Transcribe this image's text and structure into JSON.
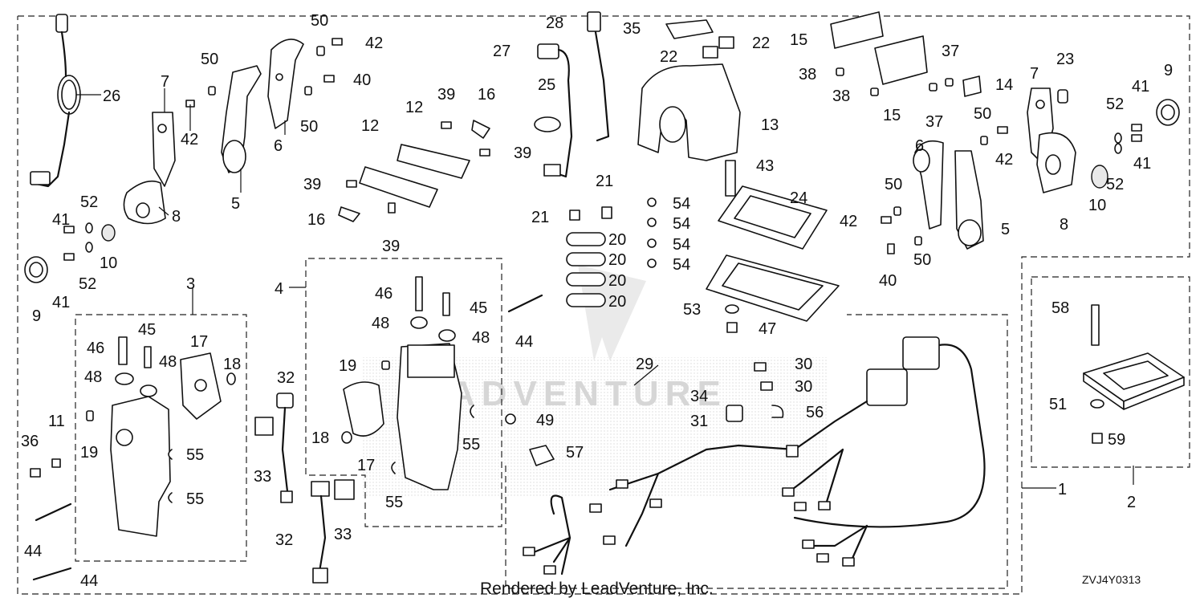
{
  "footer": {
    "credit": "Rendered by LeadVenture, Inc.",
    "code": "ZVJ4Y0313"
  },
  "watermark_text": "ADVENTURE",
  "callouts": [
    {
      "id": "c26",
      "label": "26"
    },
    {
      "id": "c7a",
      "label": "7"
    },
    {
      "id": "c50a",
      "label": "50"
    },
    {
      "id": "c42a",
      "label": "42"
    },
    {
      "id": "c50b",
      "label": "50"
    },
    {
      "id": "c42b",
      "label": "42"
    },
    {
      "id": "c40a",
      "label": "40"
    },
    {
      "id": "c50c",
      "label": "50"
    },
    {
      "id": "c6a",
      "label": "6"
    },
    {
      "id": "c5a",
      "label": "5"
    },
    {
      "id": "c8a",
      "label": "8"
    },
    {
      "id": "c41a",
      "label": "41"
    },
    {
      "id": "c52a",
      "label": "52"
    },
    {
      "id": "c10a",
      "label": "10"
    },
    {
      "id": "c52b",
      "label": "52"
    },
    {
      "id": "c9a",
      "label": "9"
    },
    {
      "id": "c41b",
      "label": "41"
    },
    {
      "id": "c3",
      "label": "3"
    },
    {
      "id": "c46a",
      "label": "46"
    },
    {
      "id": "c45a",
      "label": "45"
    },
    {
      "id": "c48a",
      "label": "48"
    },
    {
      "id": "c48b",
      "label": "48"
    },
    {
      "id": "c17a",
      "label": "17"
    },
    {
      "id": "c18a",
      "label": "18"
    },
    {
      "id": "c19a",
      "label": "19"
    },
    {
      "id": "c11",
      "label": "11"
    },
    {
      "id": "c36",
      "label": "36"
    },
    {
      "id": "c55a",
      "label": "55"
    },
    {
      "id": "c55b",
      "label": "55"
    },
    {
      "id": "c44a",
      "label": "44"
    },
    {
      "id": "c44b",
      "label": "44"
    },
    {
      "id": "c12a",
      "label": "12"
    },
    {
      "id": "c39a",
      "label": "39"
    },
    {
      "id": "c16a",
      "label": "16"
    },
    {
      "id": "c12b",
      "label": "12"
    },
    {
      "id": "c39b",
      "label": "39"
    },
    {
      "id": "c39c",
      "label": "39"
    },
    {
      "id": "c16b",
      "label": "16"
    },
    {
      "id": "c39d",
      "label": "39"
    },
    {
      "id": "c4",
      "label": "4"
    },
    {
      "id": "c46b",
      "label": "46"
    },
    {
      "id": "c45b",
      "label": "45"
    },
    {
      "id": "c48c",
      "label": "48"
    },
    {
      "id": "c48d",
      "label": "48"
    },
    {
      "id": "c19b",
      "label": "19"
    },
    {
      "id": "c18b",
      "label": "18"
    },
    {
      "id": "c17b",
      "label": "17"
    },
    {
      "id": "c55c",
      "label": "55"
    },
    {
      "id": "c55d",
      "label": "55"
    },
    {
      "id": "c32a",
      "label": "32"
    },
    {
      "id": "c33a",
      "label": "33"
    },
    {
      "id": "c32b",
      "label": "32"
    },
    {
      "id": "c33b",
      "label": "33"
    },
    {
      "id": "c28",
      "label": "28"
    },
    {
      "id": "c27",
      "label": "27"
    },
    {
      "id": "c25",
      "label": "25"
    },
    {
      "id": "c21a",
      "label": "21"
    },
    {
      "id": "c21b",
      "label": "21"
    },
    {
      "id": "c20a",
      "label": "20"
    },
    {
      "id": "c20b",
      "label": "20"
    },
    {
      "id": "c20c",
      "label": "20"
    },
    {
      "id": "c20d",
      "label": "20"
    },
    {
      "id": "c44c",
      "label": "44"
    },
    {
      "id": "c49",
      "label": "49"
    },
    {
      "id": "c57",
      "label": "57"
    },
    {
      "id": "c29",
      "label": "29"
    },
    {
      "id": "c35",
      "label": "35"
    },
    {
      "id": "c22a",
      "label": "22"
    },
    {
      "id": "c22b",
      "label": "22"
    },
    {
      "id": "c13",
      "label": "13"
    },
    {
      "id": "c43",
      "label": "43"
    },
    {
      "id": "c24",
      "label": "24"
    },
    {
      "id": "c54a",
      "label": "54"
    },
    {
      "id": "c54b",
      "label": "54"
    },
    {
      "id": "c54c",
      "label": "54"
    },
    {
      "id": "c54d",
      "label": "54"
    },
    {
      "id": "c53",
      "label": "53"
    },
    {
      "id": "c47",
      "label": "47"
    },
    {
      "id": "c30a",
      "label": "30"
    },
    {
      "id": "c30b",
      "label": "30"
    },
    {
      "id": "c34",
      "label": "34"
    },
    {
      "id": "c31",
      "label": "31"
    },
    {
      "id": "c56",
      "label": "56"
    },
    {
      "id": "c15a",
      "label": "15"
    },
    {
      "id": "c38a",
      "label": "38"
    },
    {
      "id": "c38b",
      "label": "38"
    },
    {
      "id": "c15b",
      "label": "15"
    },
    {
      "id": "c37a",
      "label": "37"
    },
    {
      "id": "c37b",
      "label": "37"
    },
    {
      "id": "c14",
      "label": "14"
    },
    {
      "id": "c7b",
      "label": "7"
    },
    {
      "id": "c23",
      "label": "23"
    },
    {
      "id": "c9b",
      "label": "9"
    },
    {
      "id": "c41c",
      "label": "41"
    },
    {
      "id": "c52c",
      "label": "52"
    },
    {
      "id": "c41d",
      "label": "41"
    },
    {
      "id": "c52d",
      "label": "52"
    },
    {
      "id": "c50d",
      "label": "50"
    },
    {
      "id": "c42c",
      "label": "42"
    },
    {
      "id": "c6b",
      "label": "6"
    },
    {
      "id": "c50e",
      "label": "50"
    },
    {
      "id": "c42d",
      "label": "42"
    },
    {
      "id": "c50f",
      "label": "50"
    },
    {
      "id": "c40b",
      "label": "40"
    },
    {
      "id": "c5b",
      "label": "5"
    },
    {
      "id": "c8b",
      "label": "8"
    },
    {
      "id": "c10b",
      "label": "10"
    },
    {
      "id": "c1",
      "label": "1"
    },
    {
      "id": "c2",
      "label": "2"
    },
    {
      "id": "c58",
      "label": "58"
    },
    {
      "id": "c51",
      "label": "51"
    },
    {
      "id": "c59",
      "label": "59"
    }
  ]
}
